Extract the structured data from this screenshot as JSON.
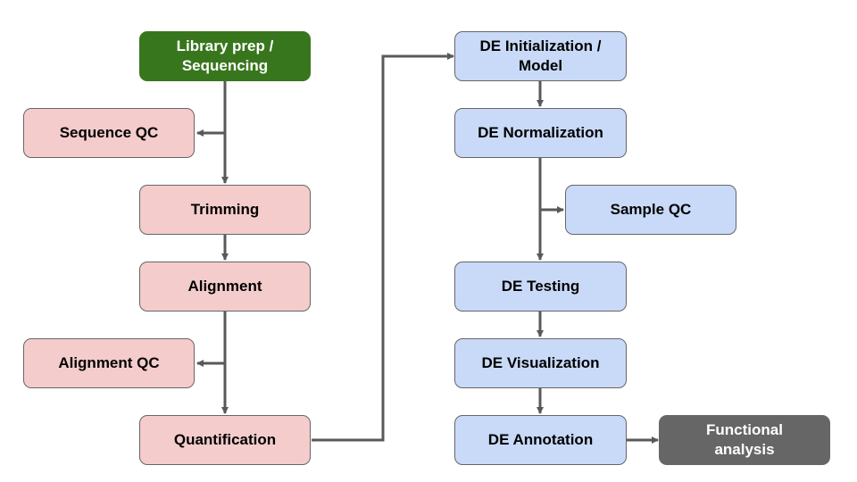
{
  "diagram": {
    "type": "flowchart",
    "colors": {
      "start": "#38761d",
      "preprocessing": "#f4cccc",
      "differential_expression": "#c9daf8",
      "downstream": "#666666",
      "connector": "#595959"
    },
    "nodes": {
      "library_prep": {
        "label": "Library prep   /\nSequencing",
        "category": "start"
      },
      "sequence_qc": {
        "label": "Sequence QC",
        "category": "preprocessing"
      },
      "trimming": {
        "label": "Trimming",
        "category": "preprocessing"
      },
      "alignment": {
        "label": "Alignment",
        "category": "preprocessing"
      },
      "alignment_qc": {
        "label": "Alignment QC",
        "category": "preprocessing"
      },
      "quantification": {
        "label": "Quantification",
        "category": "preprocessing"
      },
      "de_init": {
        "label": "DE Initialization /\nModel",
        "category": "differential_expression"
      },
      "de_norm": {
        "label": "DE Normalization",
        "category": "differential_expression"
      },
      "sample_qc": {
        "label": "Sample QC",
        "category": "differential_expression"
      },
      "de_testing": {
        "label": "DE Testing",
        "category": "differential_expression"
      },
      "de_vis": {
        "label": "DE Visualization",
        "category": "differential_expression"
      },
      "de_annot": {
        "label": "DE Annotation",
        "category": "differential_expression"
      },
      "functional": {
        "label": "Functional\nanalysis",
        "category": "downstream"
      }
    },
    "edges": [
      {
        "from": "library_prep",
        "to": "trimming"
      },
      {
        "from": "library_prep",
        "to": "sequence_qc"
      },
      {
        "from": "trimming",
        "to": "alignment"
      },
      {
        "from": "alignment",
        "to": "quantification"
      },
      {
        "from": "alignment",
        "to": "alignment_qc"
      },
      {
        "from": "quantification",
        "to": "de_init"
      },
      {
        "from": "de_init",
        "to": "de_norm"
      },
      {
        "from": "de_norm",
        "to": "de_testing"
      },
      {
        "from": "de_norm",
        "to": "sample_qc"
      },
      {
        "from": "de_testing",
        "to": "de_vis"
      },
      {
        "from": "de_vis",
        "to": "de_annot"
      },
      {
        "from": "de_annot",
        "to": "functional"
      }
    ]
  }
}
